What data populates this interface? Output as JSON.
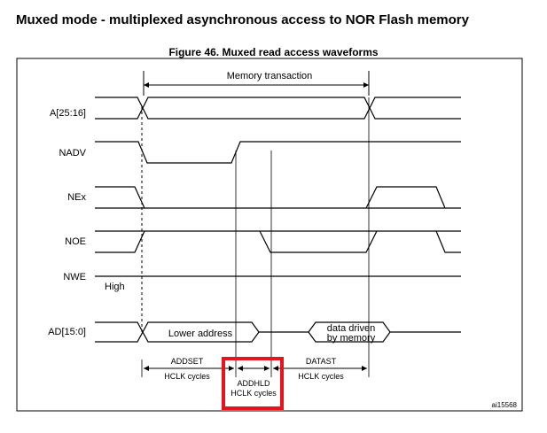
{
  "section": {
    "title": "Muxed mode - multiplexed asynchronous access to NOR Flash memory"
  },
  "figure": {
    "caption": "Figure 46. Muxed read access waveforms",
    "id": "ai15568",
    "transaction_label": "Memory transaction"
  },
  "signals": [
    {
      "name": "A[25:16]"
    },
    {
      "name": "NADV"
    },
    {
      "name": "NEx"
    },
    {
      "name": "NOE"
    },
    {
      "name": "NWE",
      "state": "High"
    },
    {
      "name": "AD[15:0]",
      "phase1": "Lower address",
      "phase2_line1": "data driven",
      "phase2_line2": "by memory"
    }
  ],
  "timing": [
    {
      "name": "ADDSET",
      "unit": "HCLK cycles"
    },
    {
      "name": "ADDHLD",
      "unit": "HCLK cycles"
    },
    {
      "name": "DATAST",
      "unit": "HCLK cycles"
    }
  ],
  "highlight_color": "#e8141b"
}
